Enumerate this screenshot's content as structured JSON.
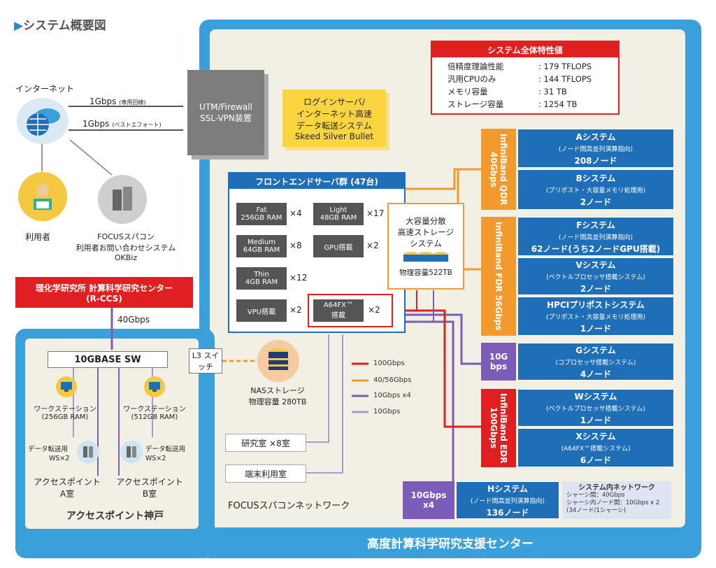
{
  "title": "システム概要図",
  "center_name": "高度計算科学研究支援センター",
  "network_label": "FOCUSスパコンネットワーク",
  "internet": {
    "label": "インターネット",
    "link1": "1Gbps",
    "link1_note": "(専用回線)",
    "link2": "1Gbps",
    "link2_note": "(ベストエフォート)"
  },
  "user": {
    "label": "利用者"
  },
  "okbiz": {
    "line1": "FOCUSスパコン",
    "line2": "利用者お問い合わせシステム",
    "line3": "OKBiz"
  },
  "firewall": {
    "line1": "UTM/Firewall",
    "line2": "SSL-VPN装置"
  },
  "login": {
    "line1": "ログインサーバ/",
    "line2": "インターネット高速",
    "line3": "データ転送システム",
    "line4": "Skeed Silver Bullet"
  },
  "riken": {
    "line1": "理化学研究所 計算科学研究センター",
    "line2": "(R-CCS)",
    "link": "40Gbps"
  },
  "frontend": {
    "title": "フロントエンドサーバ群 (47台)",
    "items": [
      {
        "line1": "Fat",
        "line2": "256GB RAM",
        "mult": "×4"
      },
      {
        "line1": "Light",
        "line2": "48GB RAM",
        "mult": "×17"
      },
      {
        "line1": "Medium",
        "line2": "64GB RAM",
        "mult": "×8"
      },
      {
        "line1": "GPU搭載",
        "line2": "",
        "mult": "×2"
      },
      {
        "line1": "Thin",
        "line2": "4GB RAM",
        "mult": "×12"
      },
      {
        "line1": "VPU搭載",
        "line2": "",
        "mult": "×2"
      },
      {
        "line1": "A64FX™",
        "line2": "搭載",
        "mult": "×2"
      }
    ]
  },
  "storage": {
    "line1": "大容量分散",
    "line2": "高速ストレージ",
    "line3": "システム",
    "capacity": "物理容量522TB"
  },
  "nas": {
    "line1": "NASストレージ",
    "line2": "物理容量 280TB"
  },
  "specs": {
    "title": "システム全体特性値",
    "rows": [
      {
        "k": "倍精度理論性能",
        "v": ": 179 TFLOPS"
      },
      {
        "k": "汎用CPUのみ",
        "v": ": 144 TFLOPS"
      },
      {
        "k": "メモリ容量",
        "v": ": 31 TB"
      },
      {
        "k": "ストレージ容量",
        "v": ": 1254 TB"
      }
    ]
  },
  "bands": {
    "qdr": "InfiniBand QDR 40Gbps",
    "fdr": "InfiniBand FDR 56Gbps",
    "g10": "10G bps",
    "edr": "InfiniBand EDR 100Gbps",
    "h10": "10Gbps x4"
  },
  "systems": {
    "a": {
      "t": "Aシステム",
      "s": "(ノード間高並列演算指向)",
      "n": "208ノード"
    },
    "b": {
      "t": "Bシステム",
      "s": "(プリポスト・大容量メモリ処理用)",
      "n": "2ノード"
    },
    "f": {
      "t": "Fシステム",
      "s": "(ノード間高並列演算指向)",
      "n": "62ノード(うち2ノードGPU搭載)"
    },
    "v": {
      "t": "Vシステム",
      "s": "(ベクトルプロセッサ搭載システム)",
      "n": "2ノード"
    },
    "hpci": {
      "t": "HPCIプリポストシステム",
      "s": "(プリポスト・大容量メモリ処理用)",
      "n": "1ノード"
    },
    "g": {
      "t": "Gシステム",
      "s": "(コプロセッサ搭載システム)",
      "n": "4ノード"
    },
    "w": {
      "t": "Wシステム",
      "s": "(ベクトルプロセッサ搭載システム)",
      "n": "1ノード"
    },
    "x": {
      "t": "Xシステム",
      "s": "(A64FX™搭載システム)",
      "n": "6ノード"
    },
    "h": {
      "t": "Hシステム",
      "s": "(ノード間高並列演算指向)",
      "n": "136ノード"
    }
  },
  "sysnet": {
    "title": "システム内ネットワーク",
    "l1": "シャーシ間：40Gbps",
    "l2": "シャーシ内ノード間：10Gbps x 2",
    "l3": "(34ノード/1シャーシ)"
  },
  "legend": [
    {
      "label": "100Gbps",
      "color": "#e02020"
    },
    {
      "label": "40/56Gbps",
      "color": "#f29a2e"
    },
    {
      "label": "10Gbps x4",
      "color": "#7b5cb8"
    },
    {
      "label": "10Gbps",
      "color": "#a898d6"
    }
  ],
  "rooms": {
    "lab": "研究室 ×8室",
    "terminal": "端末利用室"
  },
  "kobe": {
    "switch": "10GBASE SW",
    "l3": "L3 スイッチ",
    "ws_a_line1": "ワークステーション",
    "ws_a_line2": "(256GB RAM)",
    "ws_b_line1": "ワークステーション",
    "ws_b_line2": "(512GB RAM)",
    "dt_line1": "データ転送用",
    "dt_line2": "WS×2",
    "ap_a_line1": "アクセスポイント",
    "ap_a_line2": "A室",
    "ap_b_line1": "アクセスポイント",
    "ap_b_line2": "B室",
    "name": "アクセスポイント神戸"
  }
}
